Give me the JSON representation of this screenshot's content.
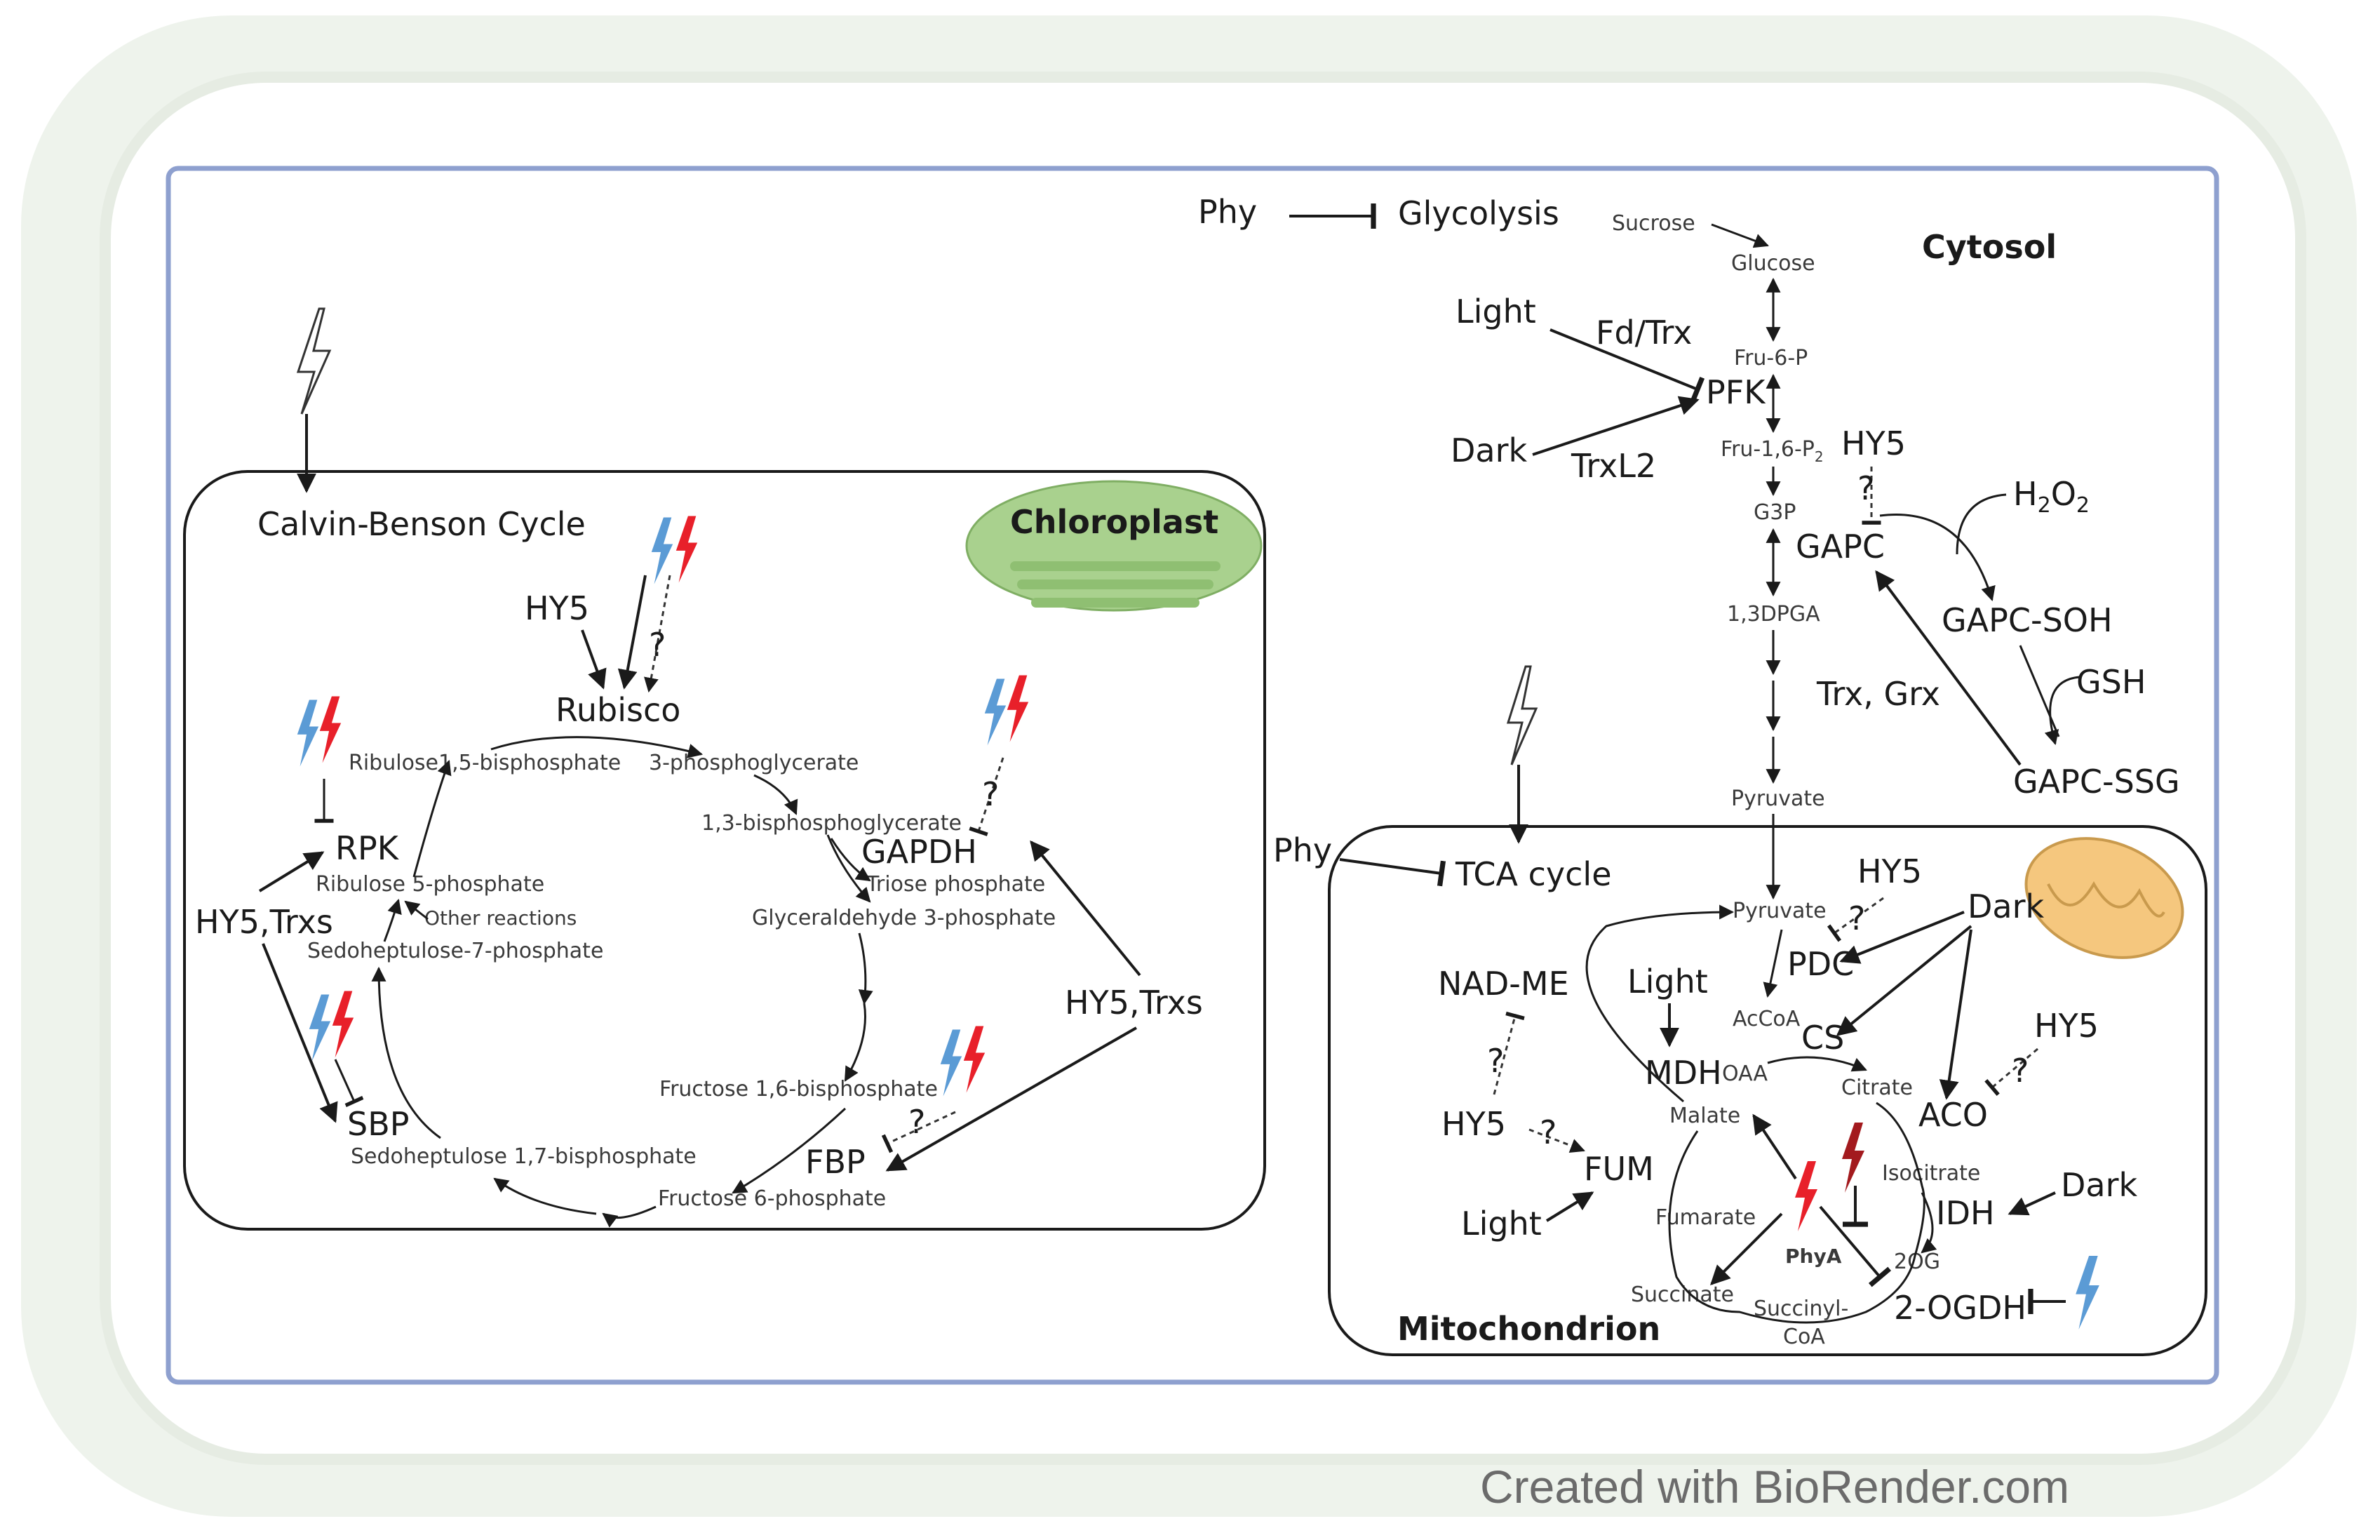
{
  "credit": "Created with BioRender.com",
  "chloroplast": {
    "section_title": "Calvin-Benson Cycle",
    "organelle_label": "Chloroplast",
    "enzymes": {
      "hy5": "HY5",
      "rubisco": "Rubisco",
      "rpk": "RPK",
      "hy5_trxs_left": "HY5,Trxs",
      "sbp": "SBP",
      "gapdh": "GAPDH",
      "fbp": "FBP",
      "hy5_trxs_right": "HY5,Trxs"
    },
    "metabolites": {
      "rubp": "Ribulose1,5-bisphosphate",
      "pga": "3-phosphoglycerate",
      "bpg": "1,3-bisphosphoglycerate",
      "triose": "Triose phosphate",
      "g3p": "Glyceraldehyde 3-phosphate",
      "fbp": "Fructose 1,6-bisphosphate",
      "f6p": "Fructose 6-phosphate",
      "sbp": "Sedoheptulose 1,7-bisphosphate",
      "s7p": "Sedoheptulose-7-phosphate",
      "other": "Other reactions",
      "r5p": "Ribulose 5-phosphate"
    }
  },
  "cytosol": {
    "label": "Cytosol",
    "phy": "Phy",
    "glycolysis": "Glycolysis",
    "sucrose": "Sucrose",
    "glucose": "Glucose",
    "light": "Light",
    "fd_trx": "Fd/Trx",
    "fru6p": "Fru-6-P",
    "pfk": "PFK",
    "dark": "Dark",
    "trxl2": "TrxL2",
    "fru16p": "Fru-1,6-P",
    "fru16p_sub": "2",
    "hy5": "HY5",
    "g3p": "G3P",
    "gapc": "GAPC",
    "h2o2": "H",
    "h2o2_sub1": "2",
    "h2o2_mid": "O",
    "h2o2_sub2": "2",
    "dpga": "1,3DPGA",
    "gapc_soh": "GAPC-SOH",
    "trx_grx": "Trx, Grx",
    "gsh": "GSH",
    "gapc_ssg": "GAPC-SSG",
    "pyruvate": "Pyruvate"
  },
  "mitochondrion": {
    "label": "Mitochondrion",
    "phy": "Phy",
    "tca": "TCA cycle",
    "pyruvate": "Pyruvate",
    "hy5_top": "HY5",
    "pdc": "PDC",
    "dark_top": "Dark",
    "nad_me": "NAD-ME",
    "light_top": "Light",
    "accoa": "AcCoA",
    "cs": "CS",
    "hy5_right": "HY5",
    "mdh": "MDH",
    "oaa": "OAA",
    "citrate": "Citrate",
    "aco": "ACO",
    "malate": "Malate",
    "hy5_left": "HY5",
    "fum": "FUM",
    "isocitrate": "Isocitrate",
    "dark_right": "Dark",
    "light_bottom": "Light",
    "fumarate": "Fumarate",
    "idh": "IDH",
    "phya": "PhyA",
    "og": "2OG",
    "succinate": "Succinate",
    "succinyl": "Succinyl-",
    "coa": "CoA",
    "ogdh": "2-OGDH"
  },
  "unknown_mark": "?",
  "colors": {
    "blue": "#5b9bd5",
    "red": "#e8202a",
    "darkred": "#a31a1e",
    "frame": "#8ea0cf",
    "chloroplast": "#a9d18e",
    "mito": "#f5c77e"
  }
}
